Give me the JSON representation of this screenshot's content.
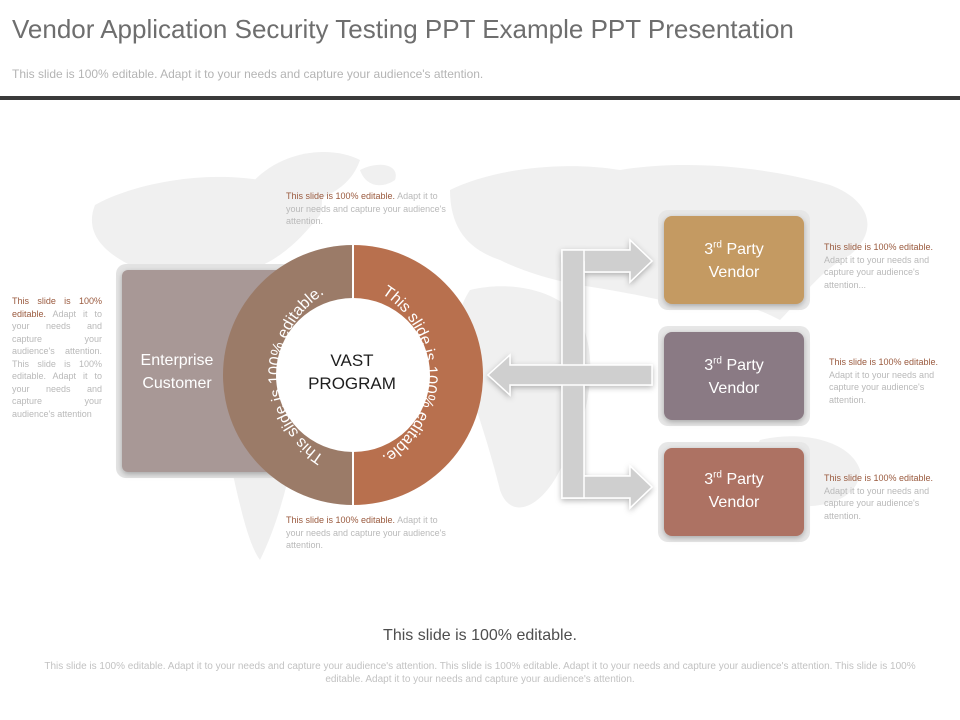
{
  "header": {
    "title": "Vendor Application Security Testing PPT Example PPT Presentation",
    "subtitle": "This slide is 100% editable. Adapt it to your needs and capture your audience's attention."
  },
  "diagram": {
    "center": [
      "VAST",
      "PROGRAM"
    ],
    "customer": [
      "Enterprise",
      "Customer"
    ],
    "ring_left_text": "This slide is 100% editable.",
    "ring_right_text": "This slide is 100% editable.",
    "vendors": [
      {
        "prefix": "3",
        "sup": "rd",
        "word": " Party",
        "line2": "Vendor",
        "color": "#c49a62"
      },
      {
        "prefix": "3",
        "sup": "rd",
        "word": " Party",
        "line2": "Vendor",
        "color": "#8a7a84"
      },
      {
        "prefix": "3",
        "sup": "rd",
        "word": " Party",
        "line2": "Vendor",
        "color": "#ad7264"
      }
    ],
    "colors": {
      "ring_left": "#9b7b68",
      "ring_right": "#b8704e",
      "customer_box": "#a89896",
      "arrow": "#cfcfcf"
    }
  },
  "notes": {
    "left": {
      "bold": "This slide is 100% editable.",
      "text": " Adapt it to your needs and capture your audience's attention. This slide is 100% editable. Adapt it to your needs and capture your audience's attention"
    },
    "top": {
      "bold": "This slide is 100% editable.",
      "text": " Adapt it to your needs and capture your audience's attention."
    },
    "bottom": {
      "bold": "This slide is 100% editable.",
      "text": " Adapt it to your needs and capture your audience's attention."
    },
    "vendor1": {
      "bold": "This slide is 100% editable.",
      "text": " Adapt it to your needs and capture your audience's attention..."
    },
    "vendor2": {
      "bold": "This slide is 100% editable.",
      "text": " Adapt it to your needs and capture your audience's attention."
    },
    "vendor3": {
      "bold": "This slide is 100% editable.",
      "text": " Adapt it to your needs and capture your audience's attention."
    }
  },
  "footer": {
    "title": "This slide is 100% editable.",
    "text": "This slide is 100% editable. Adapt it to your needs and capture your audience's attention. This slide is 100% editable. Adapt it to your needs and capture your audience's attention. This slide is 100% editable. Adapt it to your needs and capture your audience's attention."
  }
}
